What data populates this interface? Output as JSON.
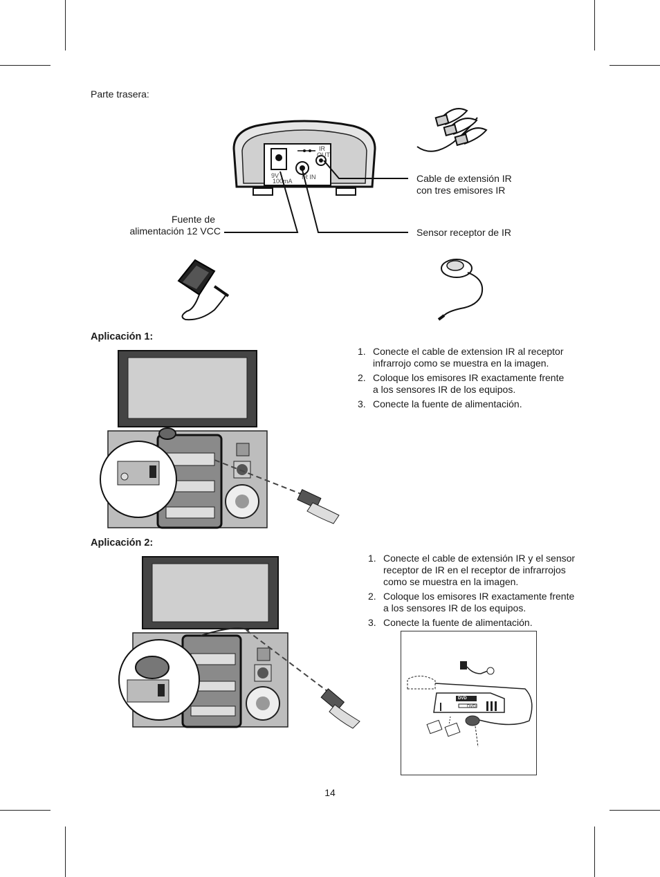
{
  "back": {
    "title": "Parte trasera:",
    "device_labels": {
      "ir_out_top": "IR",
      "ir_out_bottom": "OUT",
      "power_spec_top": "9V",
      "power_spec_bottom": "100mA",
      "ir_in": "IR IN"
    },
    "callouts": {
      "extension_cable_line1": "Cable de extensión IR",
      "extension_cable_line2": "con tres emisores IR",
      "power_line1": "Fuente de",
      "power_line2": "alimentación 12 VCC",
      "receiver": "Sensor receptor de IR"
    }
  },
  "app1": {
    "heading": "Aplicación 1:",
    "steps": [
      {
        "num": "1.",
        "text": "Conecte el cable de extension IR al receptor infrarrojo como se muestra en la imagen."
      },
      {
        "num": "2.",
        "text": "Coloque los emisores IR exactamente frente a los sensores IR de los equipos."
      },
      {
        "num": "3.",
        "text": "Conecte la fuente de alimentación."
      }
    ]
  },
  "app2": {
    "heading": "Aplicación 2:",
    "steps": [
      {
        "num": "1.",
        "text": "Conecte el cable de extensión IR y el sensor receptor de IR en el receptor de infrarrojos como se muestra en la imagen."
      },
      {
        "num": "2.",
        "text": "Coloque los emisores IR exactamente frente a los sensores IR de los equipos."
      },
      {
        "num": "3.",
        "text": "Conecte la fuente de alimentación."
      }
    ],
    "dvd_labels": {
      "logo": "DVD",
      "label": "DVD"
    }
  },
  "page_number": "14"
}
